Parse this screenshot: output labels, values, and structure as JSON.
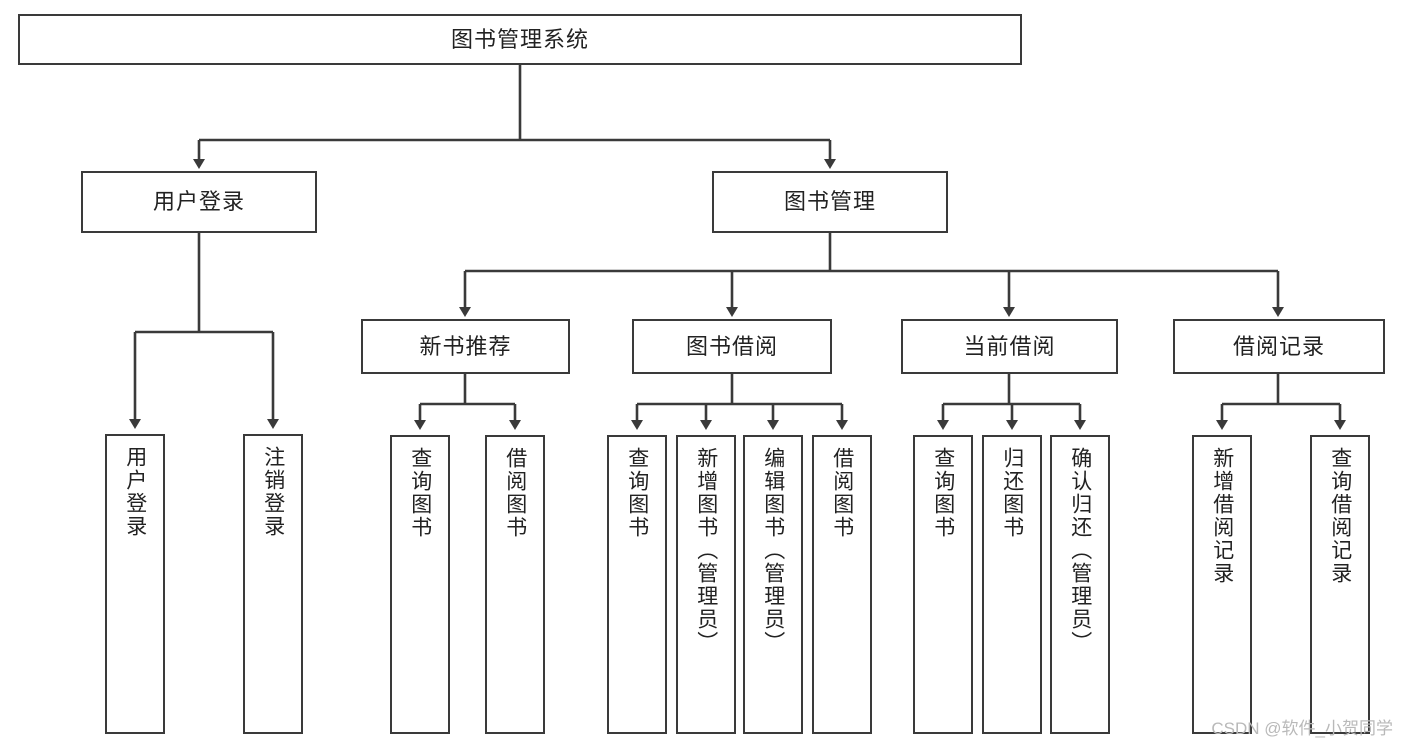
{
  "diagram": {
    "title": "图书管理系统",
    "type": "hierarchy-tree",
    "watermark": "CSDN @软件_小贺同学",
    "colors": {
      "background": "#ffffff",
      "box_border": "#3a3a3a",
      "connector": "#3a3a3a",
      "text": "#222222",
      "watermark": "#b9b9b9"
    },
    "levels": [
      {
        "level": 1,
        "nodes": [
          {
            "id": "root",
            "label": "图书管理系统",
            "orientation": "horizontal"
          }
        ]
      },
      {
        "level": 2,
        "nodes": [
          {
            "id": "user-login",
            "label": "用户登录",
            "orientation": "horizontal",
            "parent": "root"
          },
          {
            "id": "book-manage",
            "label": "图书管理",
            "orientation": "horizontal",
            "parent": "root"
          }
        ]
      },
      {
        "level": 3,
        "nodes": [
          {
            "id": "new-book-recommend",
            "label": "新书推荐",
            "orientation": "horizontal",
            "parent": "book-manage"
          },
          {
            "id": "book-borrow",
            "label": "图书借阅",
            "orientation": "horizontal",
            "parent": "book-manage"
          },
          {
            "id": "current-borrow",
            "label": "当前借阅",
            "orientation": "horizontal",
            "parent": "book-manage"
          },
          {
            "id": "borrow-record",
            "label": "借阅记录",
            "orientation": "horizontal",
            "parent": "book-manage"
          }
        ]
      },
      {
        "level": 4,
        "nodes": [
          {
            "id": "leaf-user-login",
            "label": "用户登录",
            "orientation": "vertical",
            "parent": "user-login"
          },
          {
            "id": "leaf-user-logout",
            "label": "注销登录",
            "orientation": "vertical",
            "parent": "user-login"
          },
          {
            "id": "leaf-query-book-1",
            "label": "查询图书",
            "orientation": "vertical",
            "parent": "new-book-recommend"
          },
          {
            "id": "leaf-borrow-book-1",
            "label": "借阅图书",
            "orientation": "vertical",
            "parent": "new-book-recommend"
          },
          {
            "id": "leaf-query-book-2",
            "label": "查询图书",
            "orientation": "vertical",
            "parent": "book-borrow"
          },
          {
            "id": "leaf-add-book",
            "label": "新增图书（管理员）",
            "orientation": "vertical",
            "parent": "book-borrow"
          },
          {
            "id": "leaf-edit-book",
            "label": "编辑图书（管理员）",
            "orientation": "vertical",
            "parent": "book-borrow"
          },
          {
            "id": "leaf-borrow-book-2",
            "label": "借阅图书",
            "orientation": "vertical",
            "parent": "book-borrow"
          },
          {
            "id": "leaf-query-book-3",
            "label": "查询图书",
            "orientation": "vertical",
            "parent": "current-borrow"
          },
          {
            "id": "leaf-return-book",
            "label": "归还图书",
            "orientation": "vertical",
            "parent": "current-borrow"
          },
          {
            "id": "leaf-confirm-return",
            "label": "确认归还（管理员）",
            "orientation": "vertical",
            "parent": "current-borrow"
          },
          {
            "id": "leaf-add-record",
            "label": "新增借阅记录",
            "orientation": "vertical",
            "parent": "borrow-record"
          },
          {
            "id": "leaf-query-record",
            "label": "查询借阅记录",
            "orientation": "vertical",
            "parent": "borrow-record"
          }
        ]
      }
    ]
  }
}
